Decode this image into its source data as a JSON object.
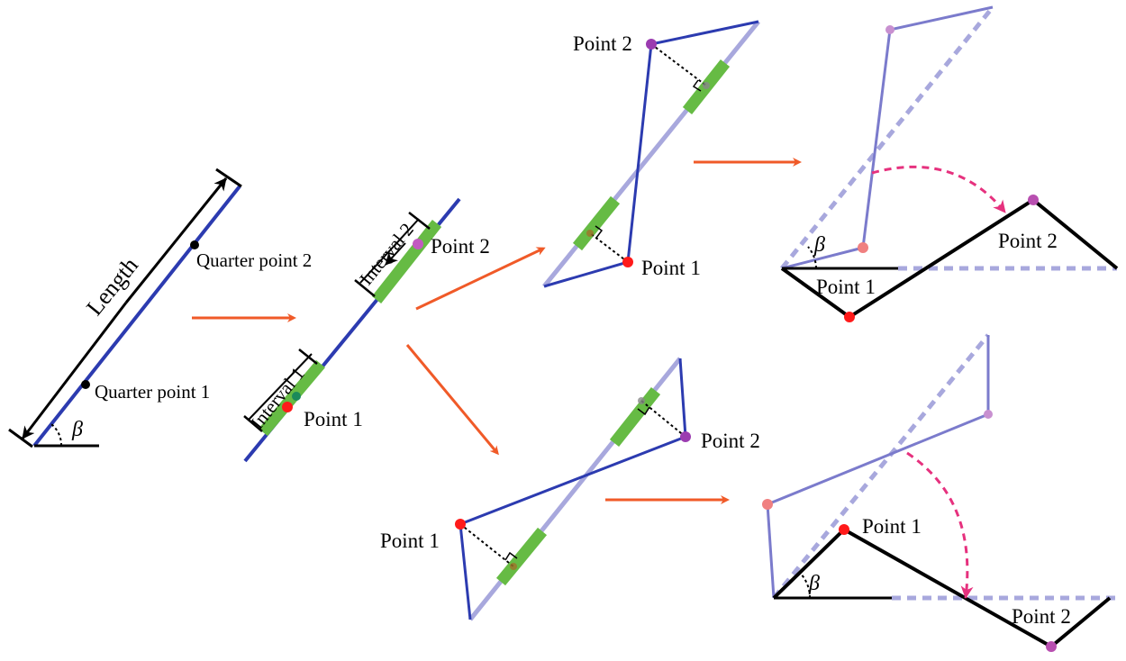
{
  "colors": {
    "blue": "#2c3bb0",
    "light_blue": "#a8a8dd",
    "faded_blue": "#7b7bcc",
    "green": "#66bb44",
    "orange": "#f05a28",
    "magenta": "#e6317e",
    "red": "#ff1a1a",
    "purple": "#b84fb0",
    "black": "#000000"
  },
  "labels": {
    "length": "Length",
    "quarter_point_1": "Quarter point 1",
    "quarter_point_2": "Quarter point 2",
    "beta": "β",
    "interval_1": "Interval 1",
    "interval_2": "Interval 2",
    "point_1": "Point 1",
    "point_2": "Point 2"
  }
}
